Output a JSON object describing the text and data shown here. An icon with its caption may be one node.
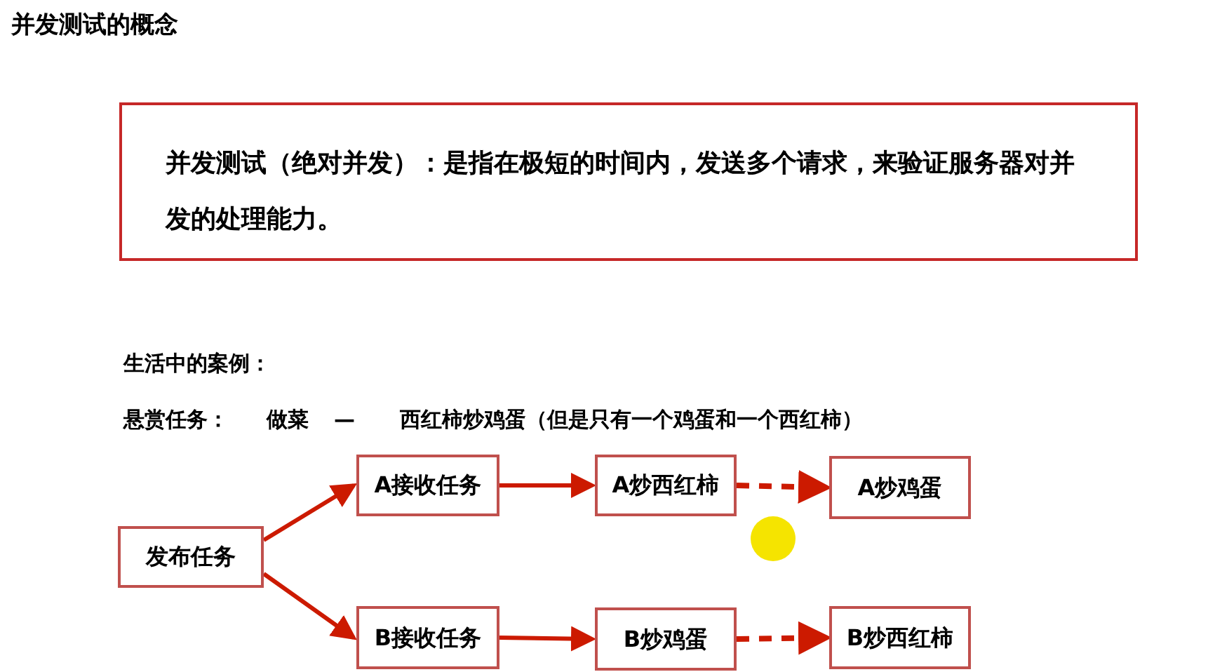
{
  "diagram": {
    "title": "并发测试的概念",
    "nodes": [
      {
        "text": [
          "并发测试（绝对并发）：是指在**极短的时间内**，发送**多个请求**，来验证服务器对并发的处理能力。"
        ]
      },
      {
        "text": [
          "发布任务"
        ]
      },
      {
        "text": [
          "A接收任务"
        ]
      },
      {
        "text": [
          "A炒西红柿"
        ]
      },
      {
        "text": [
          "A炒鸡蛋"
        ]
      },
      {
        "text": [
          "B接收任务"
        ]
      },
      {
        "text": [
          "B炒鸡蛋"
        ]
      },
      {
        "text": [
          "B炒西红柿"
        ]
      }
    ],
    "edges": [
      {
        "from": 1,
        "to": 2,
        "arrow": "to"
      },
      {
        "from": 1,
        "to": 5,
        "arrow": "to"
      },
      {
        "from": 2,
        "to": 3,
        "arrow": "to"
      },
      {
        "from": 3,
        "to": 4,
        "arrow": "to",
        "style": "dashed"
      },
      {
        "from": 5,
        "to": 6,
        "arrow": "to"
      },
      {
        "from": 6,
        "to": 7,
        "arrow": "to",
        "style": "dashed"
      }
    ],
    "labels": [
      "生活中的案例：",
      "悬赏任务：",
      "做菜",
      "—",
      "西红柿炒鸡蛋（但是只有一个鸡蛋和一个西红柿）"
    ]
  }
}
